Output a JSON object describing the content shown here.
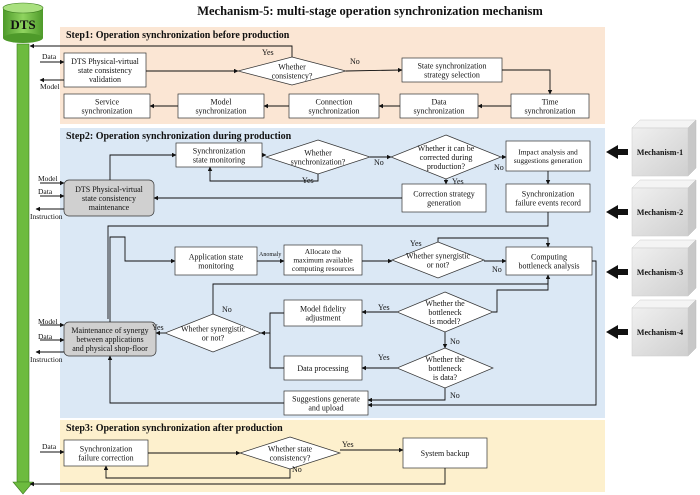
{
  "title": "Mechanism-5: multi-stage operation synchronization mechanism",
  "dts_label": "DTS",
  "colors": {
    "step1_bg": "#fbe6d4",
    "step2_bg": "#dbe8f5",
    "step3_bg": "#fdf0cd",
    "dts_green": "#6dbb3f"
  },
  "step1": {
    "header": "Step1: Operation synchronization before production",
    "validation": [
      "DTS Physical-virtual",
      "state consistency",
      "validation"
    ],
    "decision": [
      "Whether",
      "consistency?"
    ],
    "yes": "Yes",
    "no": "No",
    "strategy": [
      "State synchronization",
      "strategy selection"
    ],
    "time_sync": [
      "Time",
      "synchronization"
    ],
    "data_sync": [
      "Data",
      "synchronization"
    ],
    "conn_sync": [
      "Connection",
      "synchronization"
    ],
    "model_sync": [
      "Model",
      "synchronization"
    ],
    "service_sync": [
      "Service",
      "synchronization"
    ],
    "in_data": "Data",
    "in_model": "Model"
  },
  "step2": {
    "header": "Step2: Operation synchronization during production",
    "monitoring": [
      "Synchronization",
      "state monitoring"
    ],
    "decision_sync": [
      "Whether",
      "synchronization?"
    ],
    "decision_correct": [
      "Whether it can be",
      "corrected during",
      "production?"
    ],
    "impact": [
      "Impact analysis and",
      "suggestions generation"
    ],
    "maintenance": [
      "DTS Physical-virtual",
      "state consistency",
      "maintenance"
    ],
    "correction": [
      "Correction strategy",
      "generation"
    ],
    "failure_record": [
      "Synchronization",
      "failure events record"
    ],
    "app_monitoring": [
      "Application state",
      "monitoring"
    ],
    "anomaly": "Anomaly",
    "allocate": [
      "Allocate the",
      "maximum available",
      "computing resources"
    ],
    "decision_synergy1": [
      "Whether synergistic",
      "or not?"
    ],
    "bottleneck": [
      "Computing",
      "bottleneck analysis"
    ],
    "synergy_maint": [
      "Maintenance of synergy",
      "between applications",
      "and physical shop-floor"
    ],
    "decision_synergy2": [
      "Whether synergistic",
      "or not?"
    ],
    "fidelity": [
      "Model fidelity",
      "adjustment"
    ],
    "decision_model": [
      "Whether the",
      "bottleneck",
      "is model?"
    ],
    "decision_data": [
      "Whether the",
      "bottleneck",
      "is data?"
    ],
    "data_processing": "Data processing",
    "suggestions": [
      "Suggestions generate",
      "and upload"
    ],
    "io_model": "Model",
    "io_data": "Data",
    "io_instruction": "Instruction",
    "yes": "Yes",
    "no": "No"
  },
  "step3": {
    "header": "Step3: Operation synchronization after production",
    "failure_correction": [
      "Synchronization",
      "failure correction"
    ],
    "decision": [
      "Whether state",
      "consistency?"
    ],
    "backup": "System backup",
    "in_data": "Data",
    "yes": "Yes",
    "no": "No"
  },
  "mechanisms": [
    "Mechanism-1",
    "Mechanism-2",
    "Mechanism-3",
    "Mechanism-4"
  ]
}
